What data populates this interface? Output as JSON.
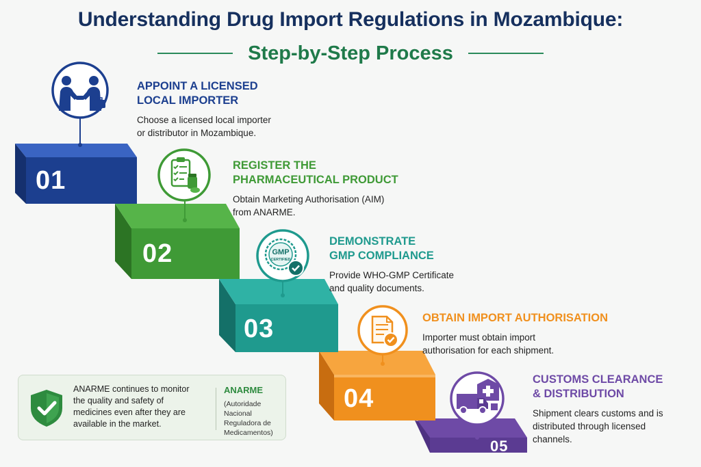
{
  "title": "Understanding Drug Import Regulations in Mozambique:",
  "subtitle": "Step-by-Step Process",
  "colors": {
    "navy": "#1c3f8f",
    "green": "#3f9a36",
    "teal": "#1f9a8e",
    "orange": "#f0901e",
    "purple": "#6e4aa6",
    "title": "#16305e"
  },
  "steps": [
    {
      "number": "01",
      "title_line1": "APPOINT A LICENSED",
      "title_line2": "LOCAL IMPORTER",
      "desc_line1": "Choose a licensed local importer",
      "desc_line2": "or distributor in Mozambique.",
      "desc_line3": "",
      "icon": "handshake-icon"
    },
    {
      "number": "02",
      "title_line1": "REGISTER THE",
      "title_line2": "PHARMACEUTICAL PRODUCT",
      "desc_line1": "Obtain Marketing Authorisation (AIM)",
      "desc_line2": "from ANARME.",
      "desc_line3": "",
      "icon": "clipboard-medicine-icon"
    },
    {
      "number": "03",
      "title_line1": "DEMONSTRATE",
      "title_line2": "GMP COMPLIANCE",
      "desc_line1": "Provide WHO-GMP Certificate",
      "desc_line2": "and quality documents.",
      "desc_line3": "",
      "icon": "gmp-seal-icon",
      "seal_top": "GMP",
      "seal_bottom": "CERTIFIED"
    },
    {
      "number": "04",
      "title_line1": "OBTAIN IMPORT AUTHORISATION",
      "title_line2": "",
      "desc_line1": "Importer must obtain import",
      "desc_line2": "authorisation for each shipment.",
      "desc_line3": "",
      "icon": "approved-document-icon"
    },
    {
      "number": "05",
      "title_line1": "CUSTOMS CLEARANCE",
      "title_line2": "& DISTRIBUTION",
      "desc_line1": "Shipment clears customs and is",
      "desc_line2": "distributed through licensed",
      "desc_line3": "channels.",
      "icon": "truck-pharmacy-icon"
    }
  ],
  "note": {
    "line1": "ANARME continues to monitor",
    "line2": "the quality and safety of",
    "line3": "medicines even after they are",
    "line4": "available in the market.",
    "brand_name": "ANARME",
    "brand_line1": "(Autoridade Nacional",
    "brand_line2": "Reguladora de",
    "brand_line3": "Medicamentos)",
    "icon": "shield-check-icon"
  }
}
